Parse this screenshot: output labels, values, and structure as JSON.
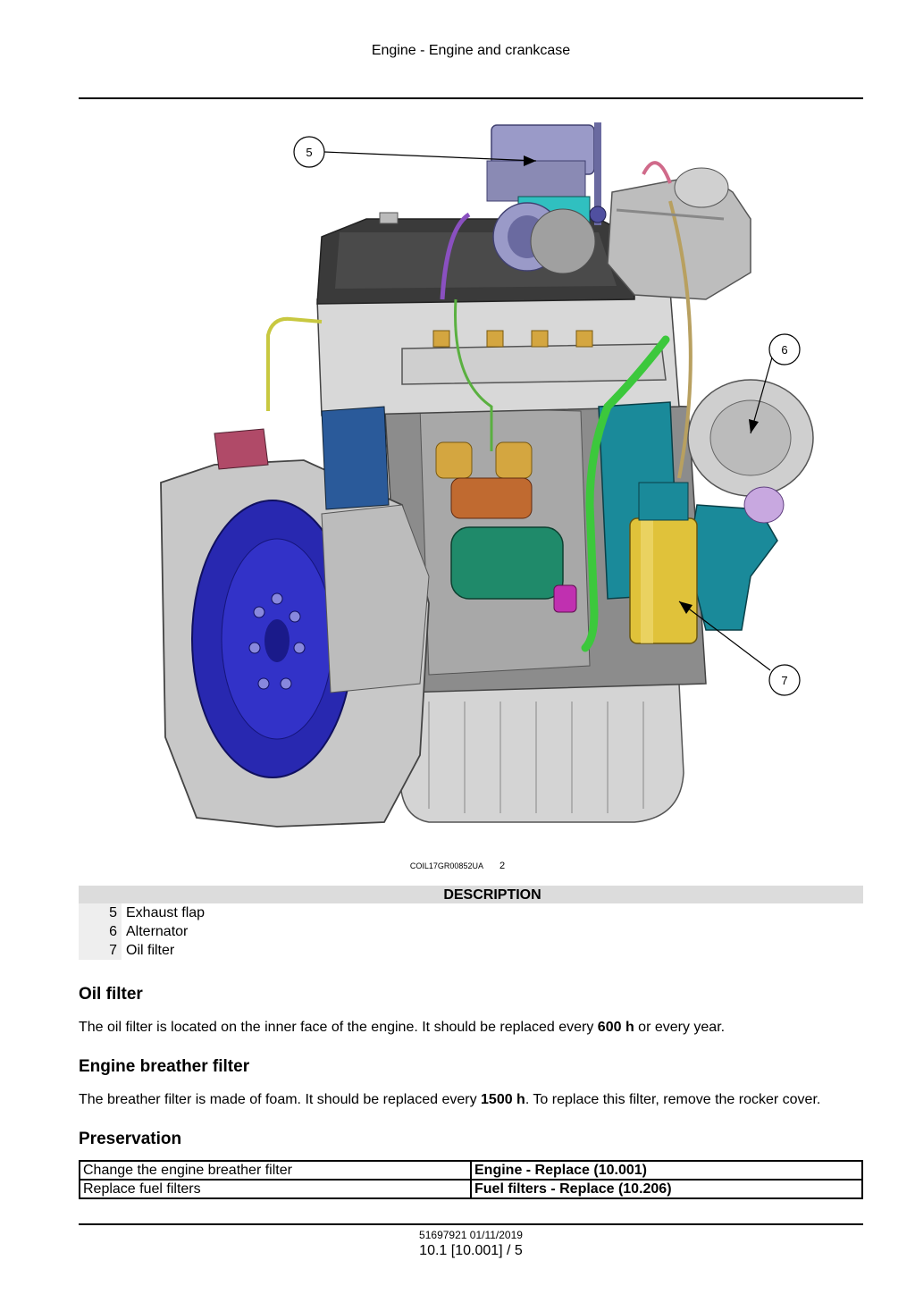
{
  "header": {
    "title": "Engine - Engine and crankcase"
  },
  "figure": {
    "callouts": [
      "5",
      "6",
      "7"
    ],
    "image_code": "COIL17GR00852UA",
    "figure_number": "2",
    "colors": {
      "flywheel": "#2828b0",
      "oil_filter": "#e0c23a",
      "hose": "#3cc83c",
      "teal_parts": "#1a8a9a",
      "housing": "#c8c8c8",
      "cover": "#3c3c3c"
    }
  },
  "description": {
    "heading": "DESCRIPTION",
    "items": [
      {
        "num": "5",
        "label": "Exhaust flap"
      },
      {
        "num": "6",
        "label": "Alternator"
      },
      {
        "num": "7",
        "label": "Oil filter"
      }
    ]
  },
  "oil_filter": {
    "heading": "Oil filter",
    "text_before": "The oil filter is located on the inner face of the engine.  It should be replaced every ",
    "bold": "600 h",
    "text_after": " or every year."
  },
  "breather": {
    "heading": "Engine breather filter",
    "text_before": "The breather filter is made of foam.  It should be replaced every ",
    "bold": "1500 h",
    "text_after": ".  To replace this filter, remove the rocker cover."
  },
  "preservation": {
    "heading": "Preservation",
    "rows": [
      {
        "task": "Change the engine breather filter",
        "reference": "Engine - Replace (10.001)"
      },
      {
        "task": "Replace fuel filters",
        "reference": "Fuel filters - Replace (10.206)"
      }
    ]
  },
  "footer": {
    "doc": "51697921 01/11/2019",
    "page": "10.1 [10.001] / 5"
  }
}
